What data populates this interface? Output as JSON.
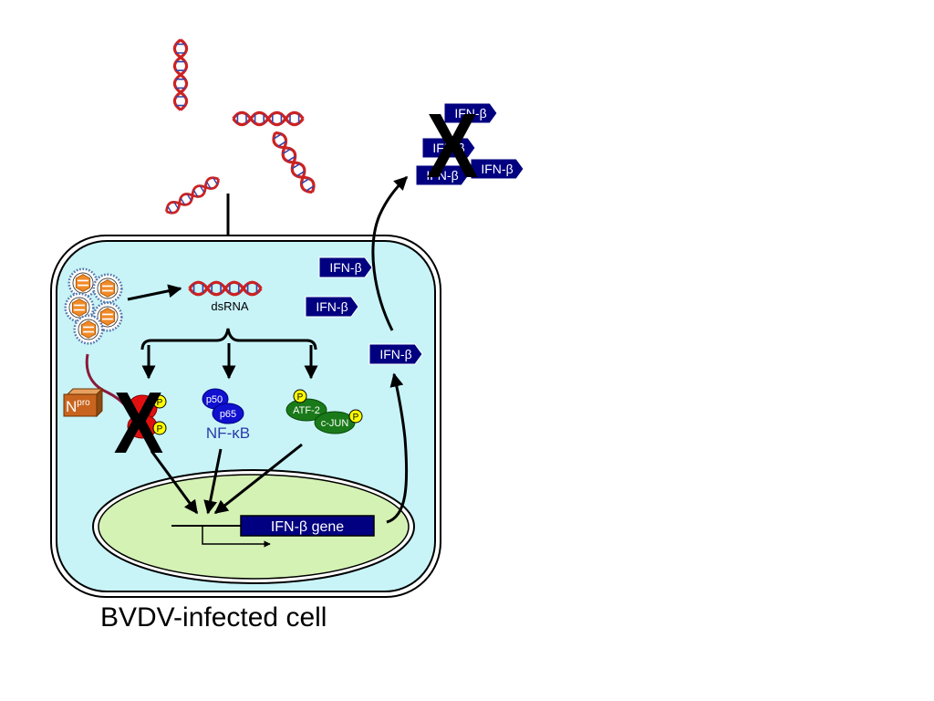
{
  "labels": {
    "dsrna": "dsRNA",
    "ifn_beta": "IFN-β",
    "ifn_gene": "IFN-β gene",
    "p50": "p50",
    "p65": "p65",
    "nfkb": "NF-κB",
    "atf2": "ATF-2",
    "cjun": "c-JUN",
    "phospho": "P",
    "npro_base": "N",
    "npro_sup": "pro",
    "blocked_mark": "X",
    "caption": "BVDV-infected cell"
  },
  "colors": {
    "cytoplasm": "#c8f4f8",
    "nucleus": "#d4f2b4",
    "ifn_tag": "#000080",
    "dsrna_strand": "#cc2222",
    "dsrna_rungs": "#3344aa",
    "irf3": "#e01010",
    "nfkb": "#1010d0",
    "atf_jun": "#1a7a1a",
    "phospho": "#ffff00",
    "npro": "#c8641e",
    "virus_core": "#f08a28"
  }
}
